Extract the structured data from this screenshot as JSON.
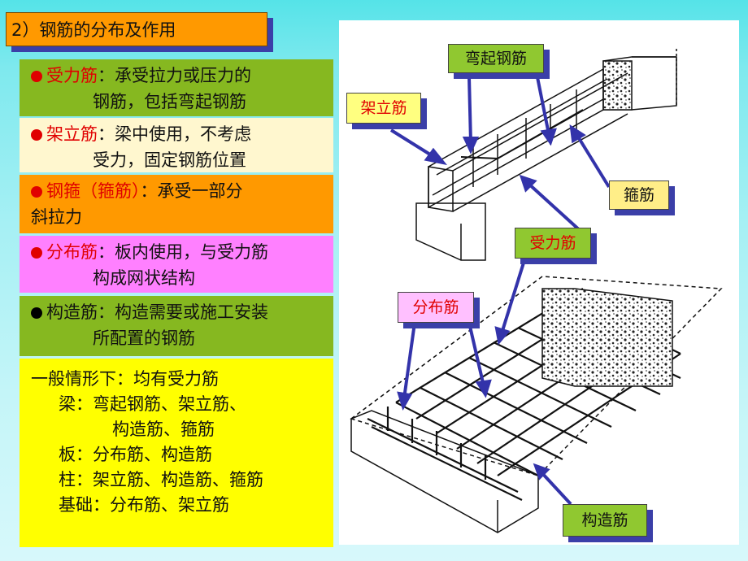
{
  "title": "2）钢筋的分布及作用",
  "items": [
    {
      "term": "受力筋",
      "sep": "：",
      "desc1": "承受拉力或压力的",
      "desc2": "钢筋，包括弯起钢筋",
      "bullet_color": "#e00000",
      "term_color": "#e00000"
    },
    {
      "term": "架立筋",
      "sep": "：",
      "desc1": "梁中使用，不考虑",
      "desc2": "受力，固定钢筋位置",
      "bullet_color": "#e00000",
      "term_color": "#e00000"
    },
    {
      "term": "钢箍（箍筋）",
      "sep": "：",
      "desc1": "承受一部分",
      "desc2": "斜拉力",
      "bullet_color": "#e00000",
      "term_color": "#e00000"
    },
    {
      "term": "分布筋",
      "sep": "：",
      "desc1": "板内使用，与受力筋",
      "desc2": "构成网状结构",
      "bullet_color": "#e00000",
      "term_color": "#e00000"
    },
    {
      "term": "构造筋",
      "sep": "：",
      "desc1": "构造需要或施工安装",
      "desc2": "所配置的钢筋",
      "bullet_color": "#000000",
      "term_color": "#111111"
    }
  ],
  "summary": {
    "heading": "一般情形下：均有受力筋",
    "beam_1": "梁：弯起钢筋、架立筋、",
    "beam_2": "构造筋、箍筋",
    "slab": "板：分布筋、构造筋",
    "column": "柱：架立筋、构造筋、箍筋",
    "foundation": "基础：分布筋、架立筋"
  },
  "callouts": {
    "erection": "架立筋",
    "bent": "弯起钢筋",
    "stirrup": "箍筋",
    "main": "受力筋",
    "distribution": "分布筋",
    "construction": "构造筋"
  },
  "colors": {
    "arrow": "#3333aa",
    "title_bg": "#ff9900",
    "shadow": "#3b3fa8"
  }
}
